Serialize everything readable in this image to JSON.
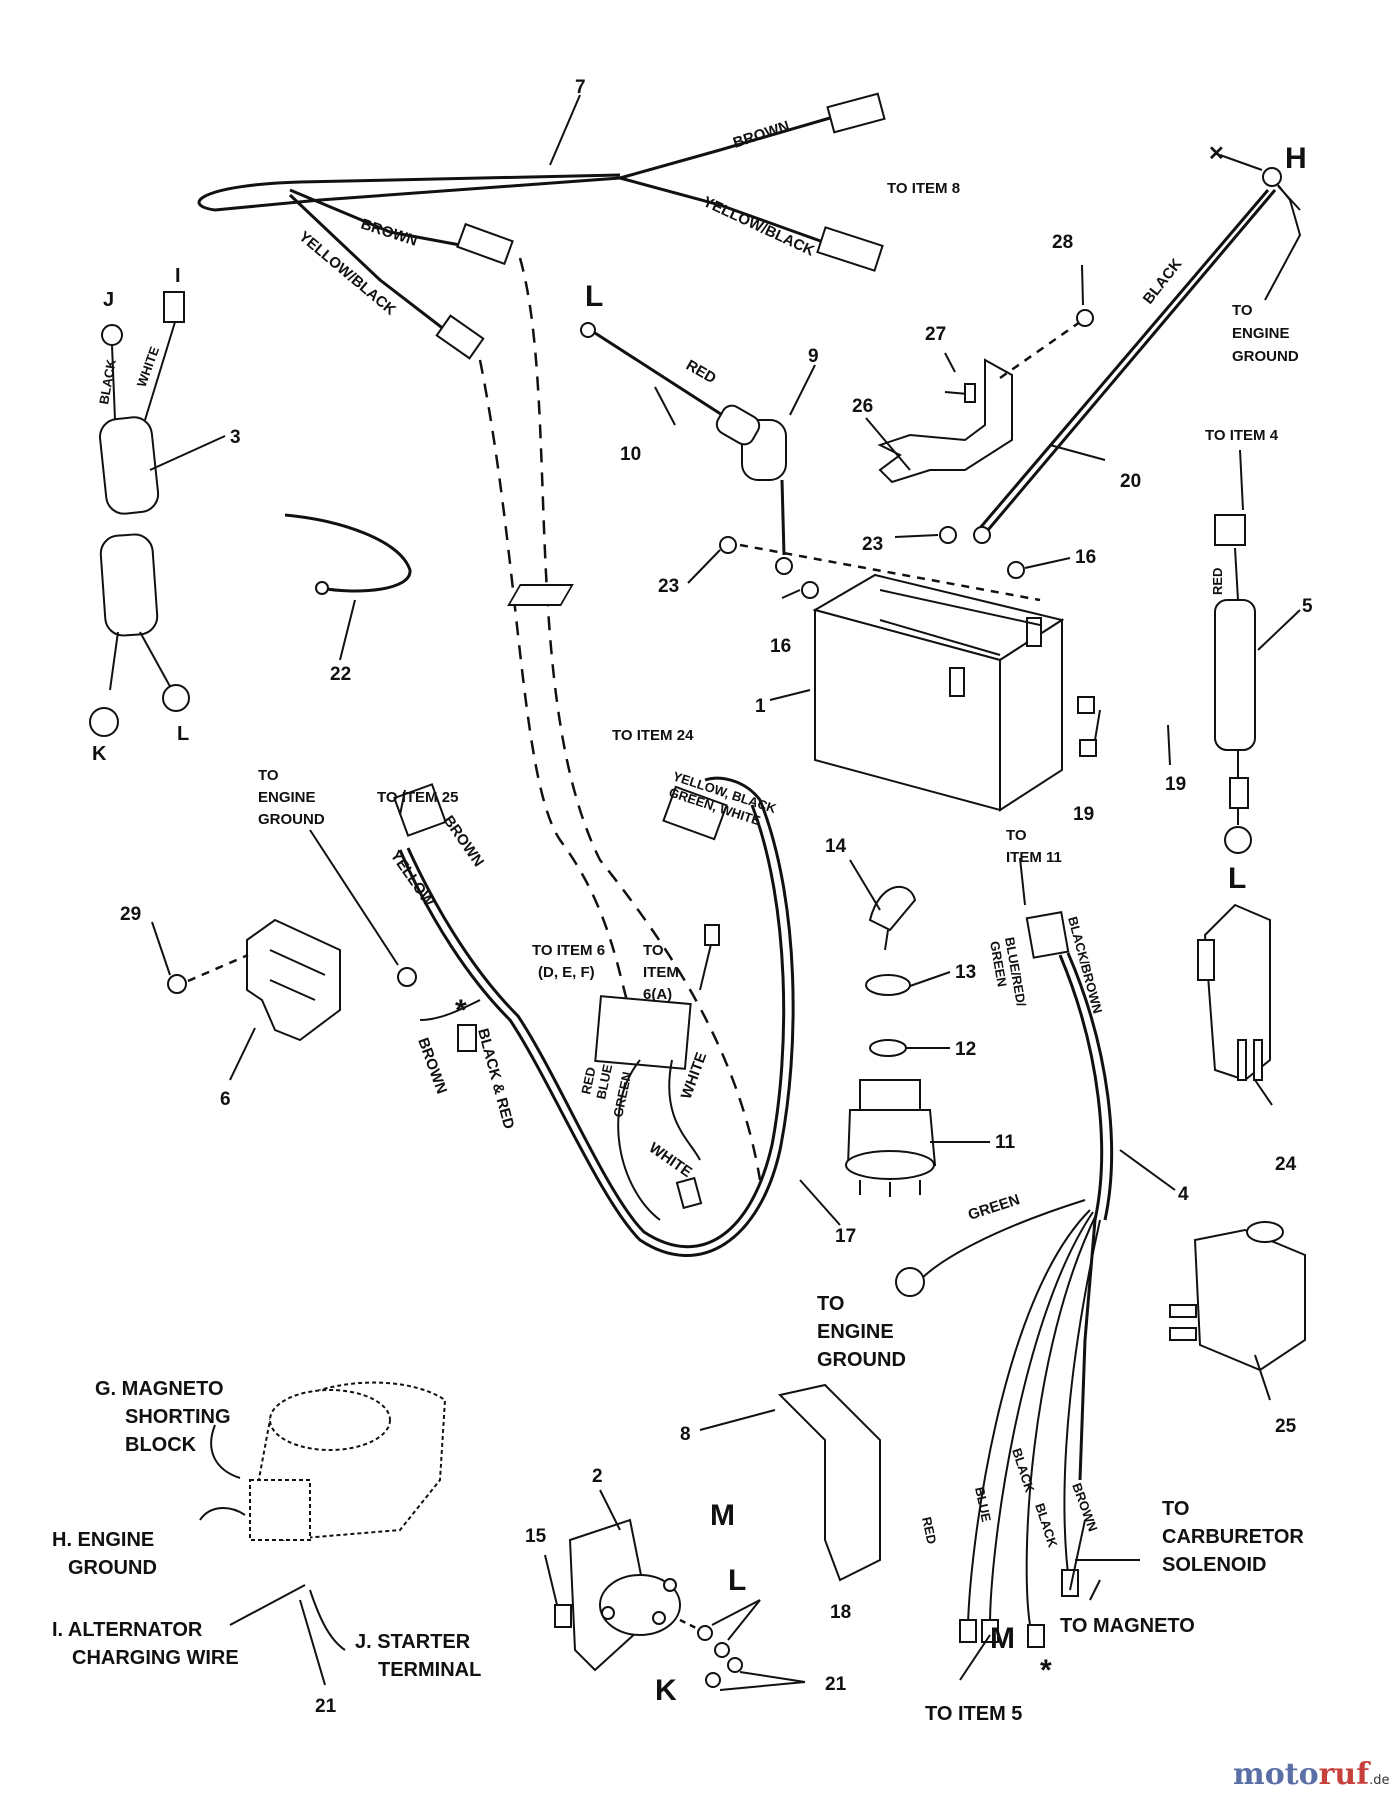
{
  "callouts": [
    {
      "id": "c7",
      "text": "7"
    },
    {
      "id": "c3",
      "text": "3"
    },
    {
      "id": "c22",
      "text": "22"
    },
    {
      "id": "c10",
      "text": "10"
    },
    {
      "id": "c9",
      "text": "9"
    },
    {
      "id": "c28",
      "text": "28"
    },
    {
      "id": "c27",
      "text": "27"
    },
    {
      "id": "c26",
      "text": "26"
    },
    {
      "id": "c20",
      "text": "20"
    },
    {
      "id": "c23a",
      "text": "23"
    },
    {
      "id": "c23b",
      "text": "23"
    },
    {
      "id": "c16a",
      "text": "16"
    },
    {
      "id": "c16b",
      "text": "16"
    },
    {
      "id": "c1",
      "text": "1"
    },
    {
      "id": "c19a",
      "text": "19"
    },
    {
      "id": "c19b",
      "text": "19"
    },
    {
      "id": "c5",
      "text": "5"
    },
    {
      "id": "c29",
      "text": "29"
    },
    {
      "id": "c6",
      "text": "6"
    },
    {
      "id": "c14",
      "text": "14"
    },
    {
      "id": "c13",
      "text": "13"
    },
    {
      "id": "c12",
      "text": "12"
    },
    {
      "id": "c11",
      "text": "11"
    },
    {
      "id": "c17",
      "text": "17"
    },
    {
      "id": "c4",
      "text": "4"
    },
    {
      "id": "c24",
      "text": "24"
    },
    {
      "id": "c25",
      "text": "25"
    },
    {
      "id": "c8",
      "text": "8"
    },
    {
      "id": "c2",
      "text": "2"
    },
    {
      "id": "c15",
      "text": "15"
    },
    {
      "id": "c18",
      "text": "18"
    },
    {
      "id": "c21a",
      "text": "21"
    },
    {
      "id": "c21b",
      "text": "21"
    }
  ],
  "letters": {
    "H": "H",
    "L_top": "L",
    "J": "J",
    "I": "I",
    "K": "K",
    "L_left": "L",
    "L_right": "L",
    "M_center": "M",
    "L_center": "L",
    "K_center": "K",
    "M_bottom": "M",
    "star_left": "*",
    "star_bottom": "*"
  },
  "wire_labels": {
    "brown_top": "BROWN",
    "yellow_black_top": "YELLOW/BLACK",
    "brown_mid": "BROWN",
    "yellow_black_mid": "YELLOW/BLACK",
    "black_3": "BLACK",
    "white_3": "WHITE",
    "red_10": "RED",
    "black_20": "BLACK",
    "red_5": "RED",
    "yellow_black_green_white_1": "YELLOW, BLACK",
    "yellow_black_green_white_2": "GREEN, WHITE",
    "brown_25": "BROWN",
    "yellow_25": "YELLOW",
    "black_red": "BLACK & RED",
    "brown_left": "BROWN",
    "red_6": "RED",
    "blue_6": "BLUE",
    "green_6": "GREEN",
    "white_6a": "WHITE",
    "white_6b": "WHITE",
    "black_brown": "BLACK/BROWN",
    "blue_red": "BLUE/RED/",
    "green_11": "GREEN",
    "green_4": "GREEN",
    "red_4": "RED",
    "blue_4": "BLUE",
    "black_4a": "BLACK",
    "black_4b": "BLACK",
    "brown_4": "BROWN"
  },
  "notes": {
    "to_item_8": "TO ITEM 8",
    "to_engine_ground_h": [
      "TO",
      "ENGINE",
      "GROUND"
    ],
    "to_item_4": "TO ITEM 4",
    "to_item_24": "TO ITEM 24",
    "to_engine_ground_left": [
      "TO",
      "ENGINE",
      "GROUND"
    ],
    "to_item_25": "TO ITEM 25",
    "to_item_6def": [
      "TO ITEM 6",
      "(D, E, F)"
    ],
    "to_item_6a": [
      "TO",
      "ITEM",
      "6(A)"
    ],
    "to_item_11": [
      "TO",
      "ITEM 11"
    ],
    "to_engine_ground_green": [
      "TO",
      "ENGINE",
      "GROUND"
    ],
    "g_magneto": [
      "G. MAGNETO",
      "SHORTING",
      "BLOCK"
    ],
    "h_engine": [
      "H. ENGINE",
      "GROUND"
    ],
    "i_alternator": [
      "I. ALTERNATOR",
      "CHARGING WIRE"
    ],
    "j_starter": [
      "J. STARTER",
      "TERMINAL"
    ],
    "to_carburetor": [
      "TO",
      "CARBURETOR",
      "SOLENOID"
    ],
    "to_magneto": "TO MAGNETO",
    "to_item_5": "TO ITEM 5"
  },
  "watermark": {
    "moto": "moto",
    "ruf": "ruf",
    "de": ".de"
  }
}
